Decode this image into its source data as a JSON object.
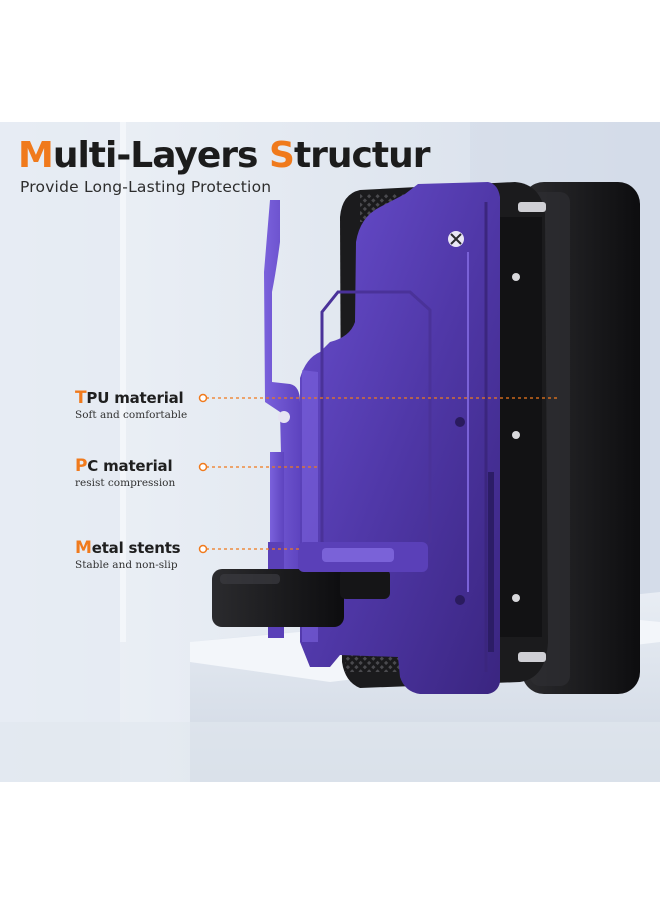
{
  "title": {
    "first": "M",
    "mid": "ulti-Layers ",
    "second": "S",
    "rest": "tructur"
  },
  "subtitle": "Provide Long-Lasting Protection",
  "features": [
    {
      "first": "T",
      "rest": "PU material",
      "desc": "Soft and comfortable"
    },
    {
      "first": "P",
      "rest": "C material",
      "desc": "resist compression"
    },
    {
      "first": "M",
      "rest": "etal stents",
      "desc": "Stable and non-slip"
    }
  ],
  "colors": {
    "accent": "#f07a1c",
    "case_frame": "#5a3fb8",
    "tpu": "#1b1b1d"
  }
}
